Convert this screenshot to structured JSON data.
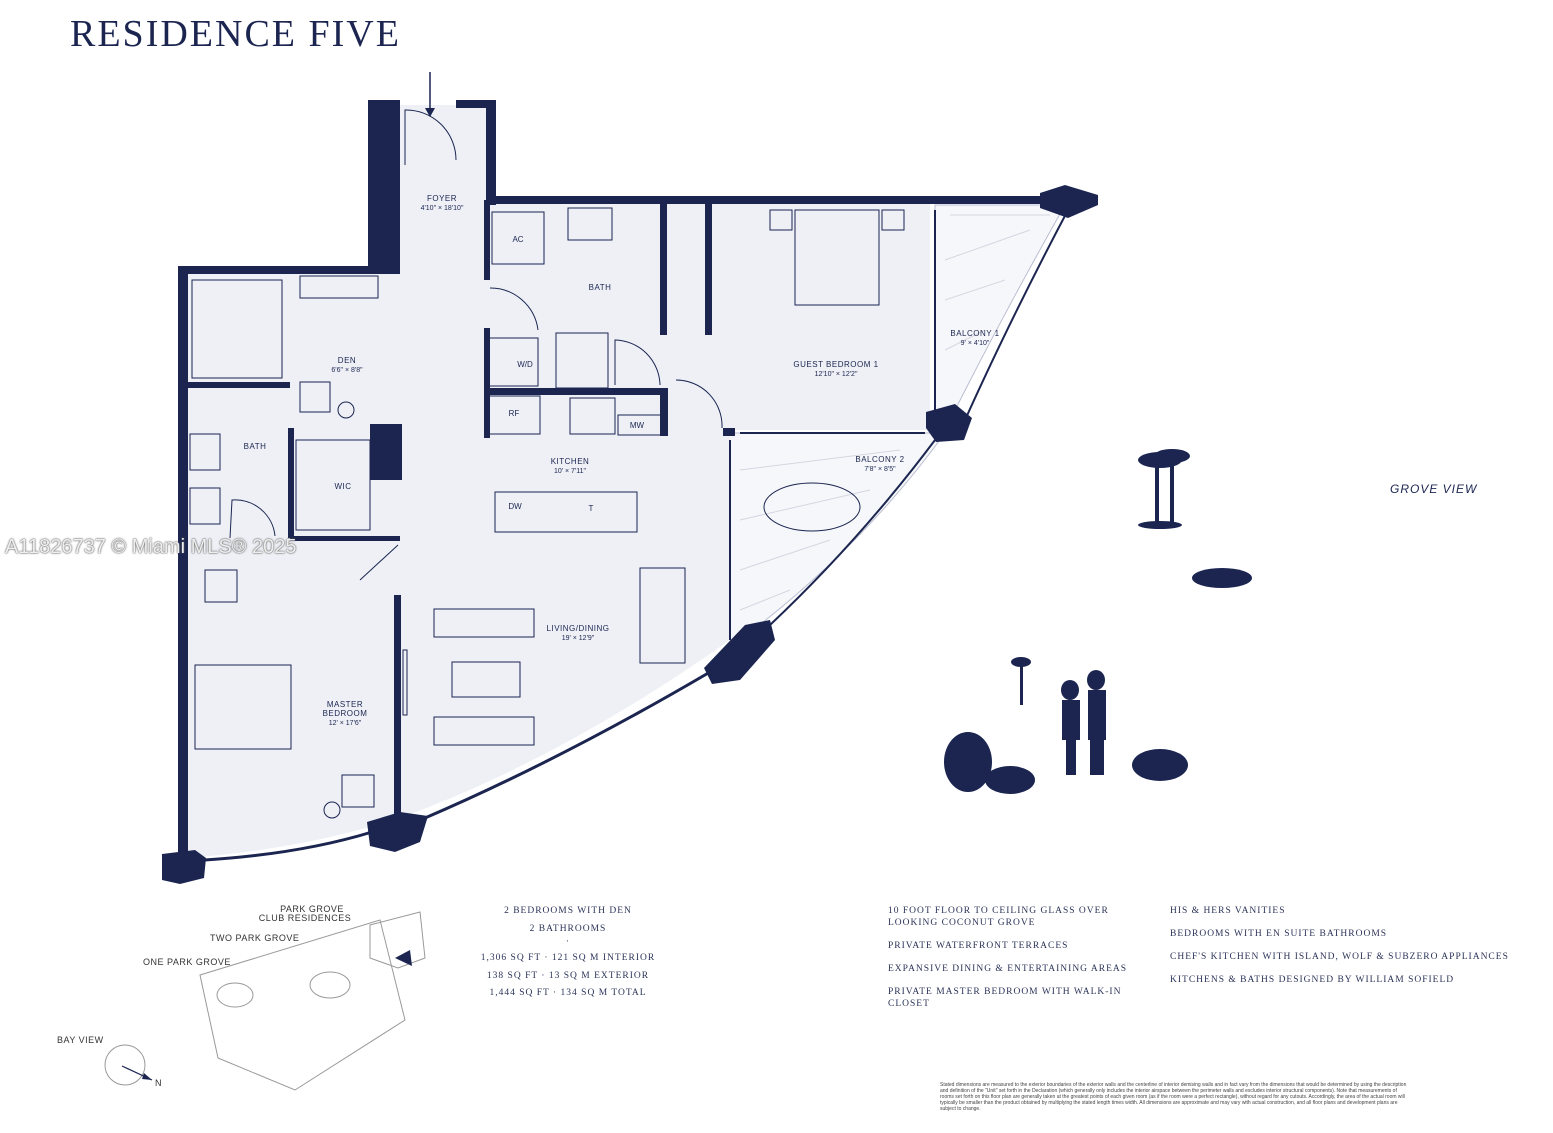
{
  "title": "RESIDENCE FIVE",
  "watermark": "A11826737 © Miami MLS® 2025",
  "view_labels": {
    "grove": "GROVE VIEW",
    "bay": "BAY VIEW",
    "north": "N"
  },
  "rooms": {
    "foyer": {
      "name": "FOYER",
      "dim": "4'10\" × 18'10\""
    },
    "bath_guest": {
      "name": "BATH"
    },
    "den": {
      "name": "DEN",
      "dim": "6'6\" × 8'8\""
    },
    "guest_bedroom": {
      "name": "GUEST BEDROOM 1",
      "dim": "12'10\" × 12'2\""
    },
    "balcony1": {
      "name": "BALCONY 1",
      "dim": "9' × 4'10\""
    },
    "kitchen": {
      "name": "KITCHEN",
      "dim": "10' × 7'11\""
    },
    "balcony2": {
      "name": "BALCONY 2",
      "dim": "7'8\" × 8'5\""
    },
    "bath_master": {
      "name": "BATH"
    },
    "wic": {
      "name": "WIC"
    },
    "living": {
      "name": "LIVING/DINING",
      "dim": "19' × 12'9\""
    },
    "master": {
      "name1": "MASTER",
      "name2": "BEDROOM",
      "dim": "12' × 17'6\""
    }
  },
  "fixtures": {
    "ac": "AC",
    "wd": "W/D",
    "rf": "RF",
    "mw": "MW",
    "dw": "DW",
    "t": "T"
  },
  "site_map": {
    "park_grove_1": "PARK GROVE",
    "park_grove_2": "CLUB RESIDENCES",
    "two_park_grove": "TWO PARK GROVE",
    "one_park_grove": "ONE PARK GROVE"
  },
  "summary": {
    "bedrooms": "2 BEDROOMS WITH DEN",
    "bathrooms": "2 BATHROOMS",
    "separator": "·",
    "interior": "1,306 SQ FT · 121 SQ M INTERIOR",
    "exterior": "138 SQ FT · 13 SQ M EXTERIOR",
    "total": "1,444 SQ FT · 134 SQ M TOTAL"
  },
  "features_left": [
    "10 FOOT FLOOR TO CEILING GLASS OVER LOOKING COCONUT GROVE",
    "PRIVATE WATERFRONT TERRACES",
    "EXPANSIVE DINING & ENTERTAINING AREAS",
    "PRIVATE MASTER BEDROOM WITH WALK-IN CLOSET"
  ],
  "features_right": [
    "HIS & HERS VANITIES",
    "BEDROOMS WITH EN SUITE BATHROOMS",
    "CHEF'S KITCHEN WITH ISLAND, WOLF & SUBZERO APPLIANCES",
    "KITCHENS & BATHS DESIGNED BY WILLIAM SOFIELD"
  ],
  "disclaimer": "Stated dimensions are measured to the exterior boundaries of the exterior walls and the centerline of interior demising walls and in fact vary from the dimensions that would be determined by using the description and definition of the \"Unit\" set forth in the Declaration (which generally only includes the interior airspace between the perimeter walls and excludes interior structural components). Note that measurements of rooms set forth on this floor plan are generally taken at the greatest points of each given room (as if the room were a perfect rectangle), without regard for any cutouts. Accordingly, the area of the actual room will typically be smaller than the product obtained by multiplying the stated length times width. All dimensions are approximate and may vary with actual construction, and all floor plans and development plans are subject to change.",
  "colors": {
    "wall": "#1b2550",
    "floor": "#eef0f6",
    "balcony": "#f6f7fa"
  }
}
